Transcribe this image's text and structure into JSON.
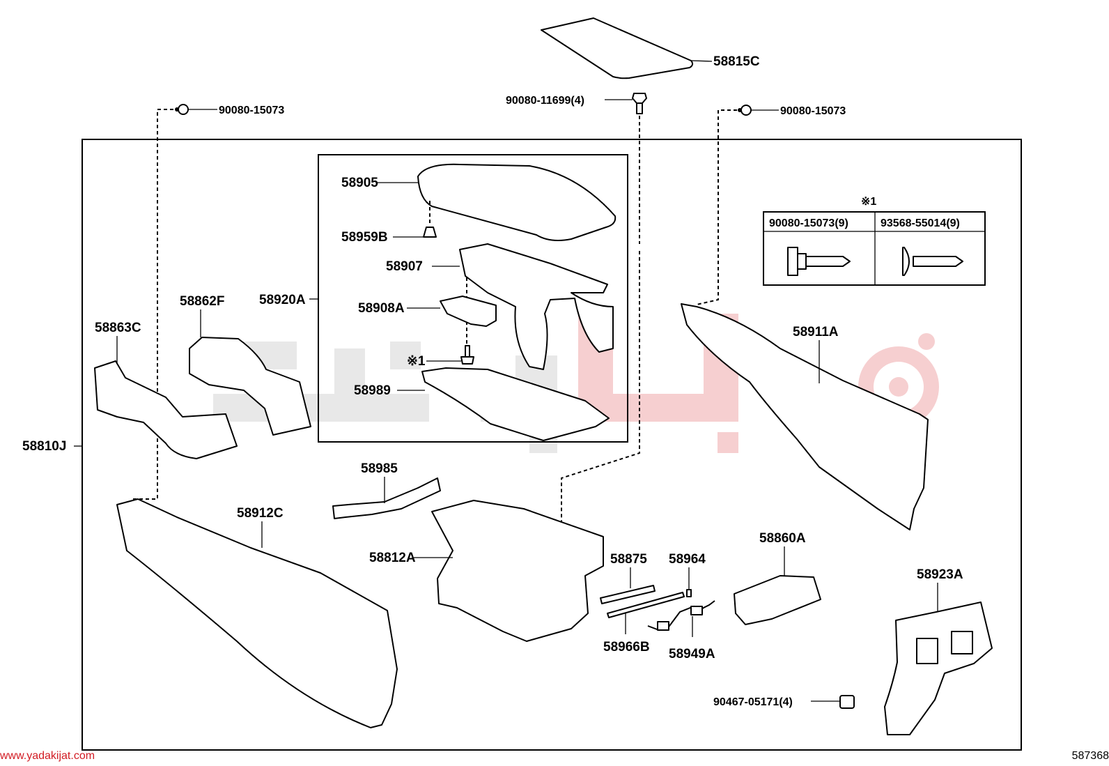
{
  "title": "",
  "watermark": {
    "color_gray": "#e6e6e6",
    "color_red": "#f4c6c8"
  },
  "footer": {
    "site": "www.yadakijat.com",
    "code": "587368"
  },
  "table": {
    "header_mark": "※1",
    "col1": "90080-15073(9)",
    "col2": "93568-55014(9)"
  },
  "subassembly": {
    "label": "58920A",
    "parts": {
      "lid": "58905",
      "clip": "58959B",
      "frame": "58907",
      "bracket": "58908A",
      "screw_mark": "※1",
      "tray": "58989"
    }
  },
  "parts": {
    "mat": "58815C",
    "bolt_center": "90080-11699(4)",
    "bolt_left": "90080-15073",
    "bolt_right": "90080-15073",
    "duct_c": "58863C",
    "duct_f": "58862F",
    "console_assy": "58810J",
    "panel_right": "58911A",
    "stay": "58985",
    "panel_left": "58912C",
    "box": "58812A",
    "pin": "58875",
    "ring": "58964",
    "shaft": "58966B",
    "spring": "58949A",
    "register": "58860A",
    "rear_panel": "58923A",
    "clip_rear": "90467-05171(4)"
  }
}
